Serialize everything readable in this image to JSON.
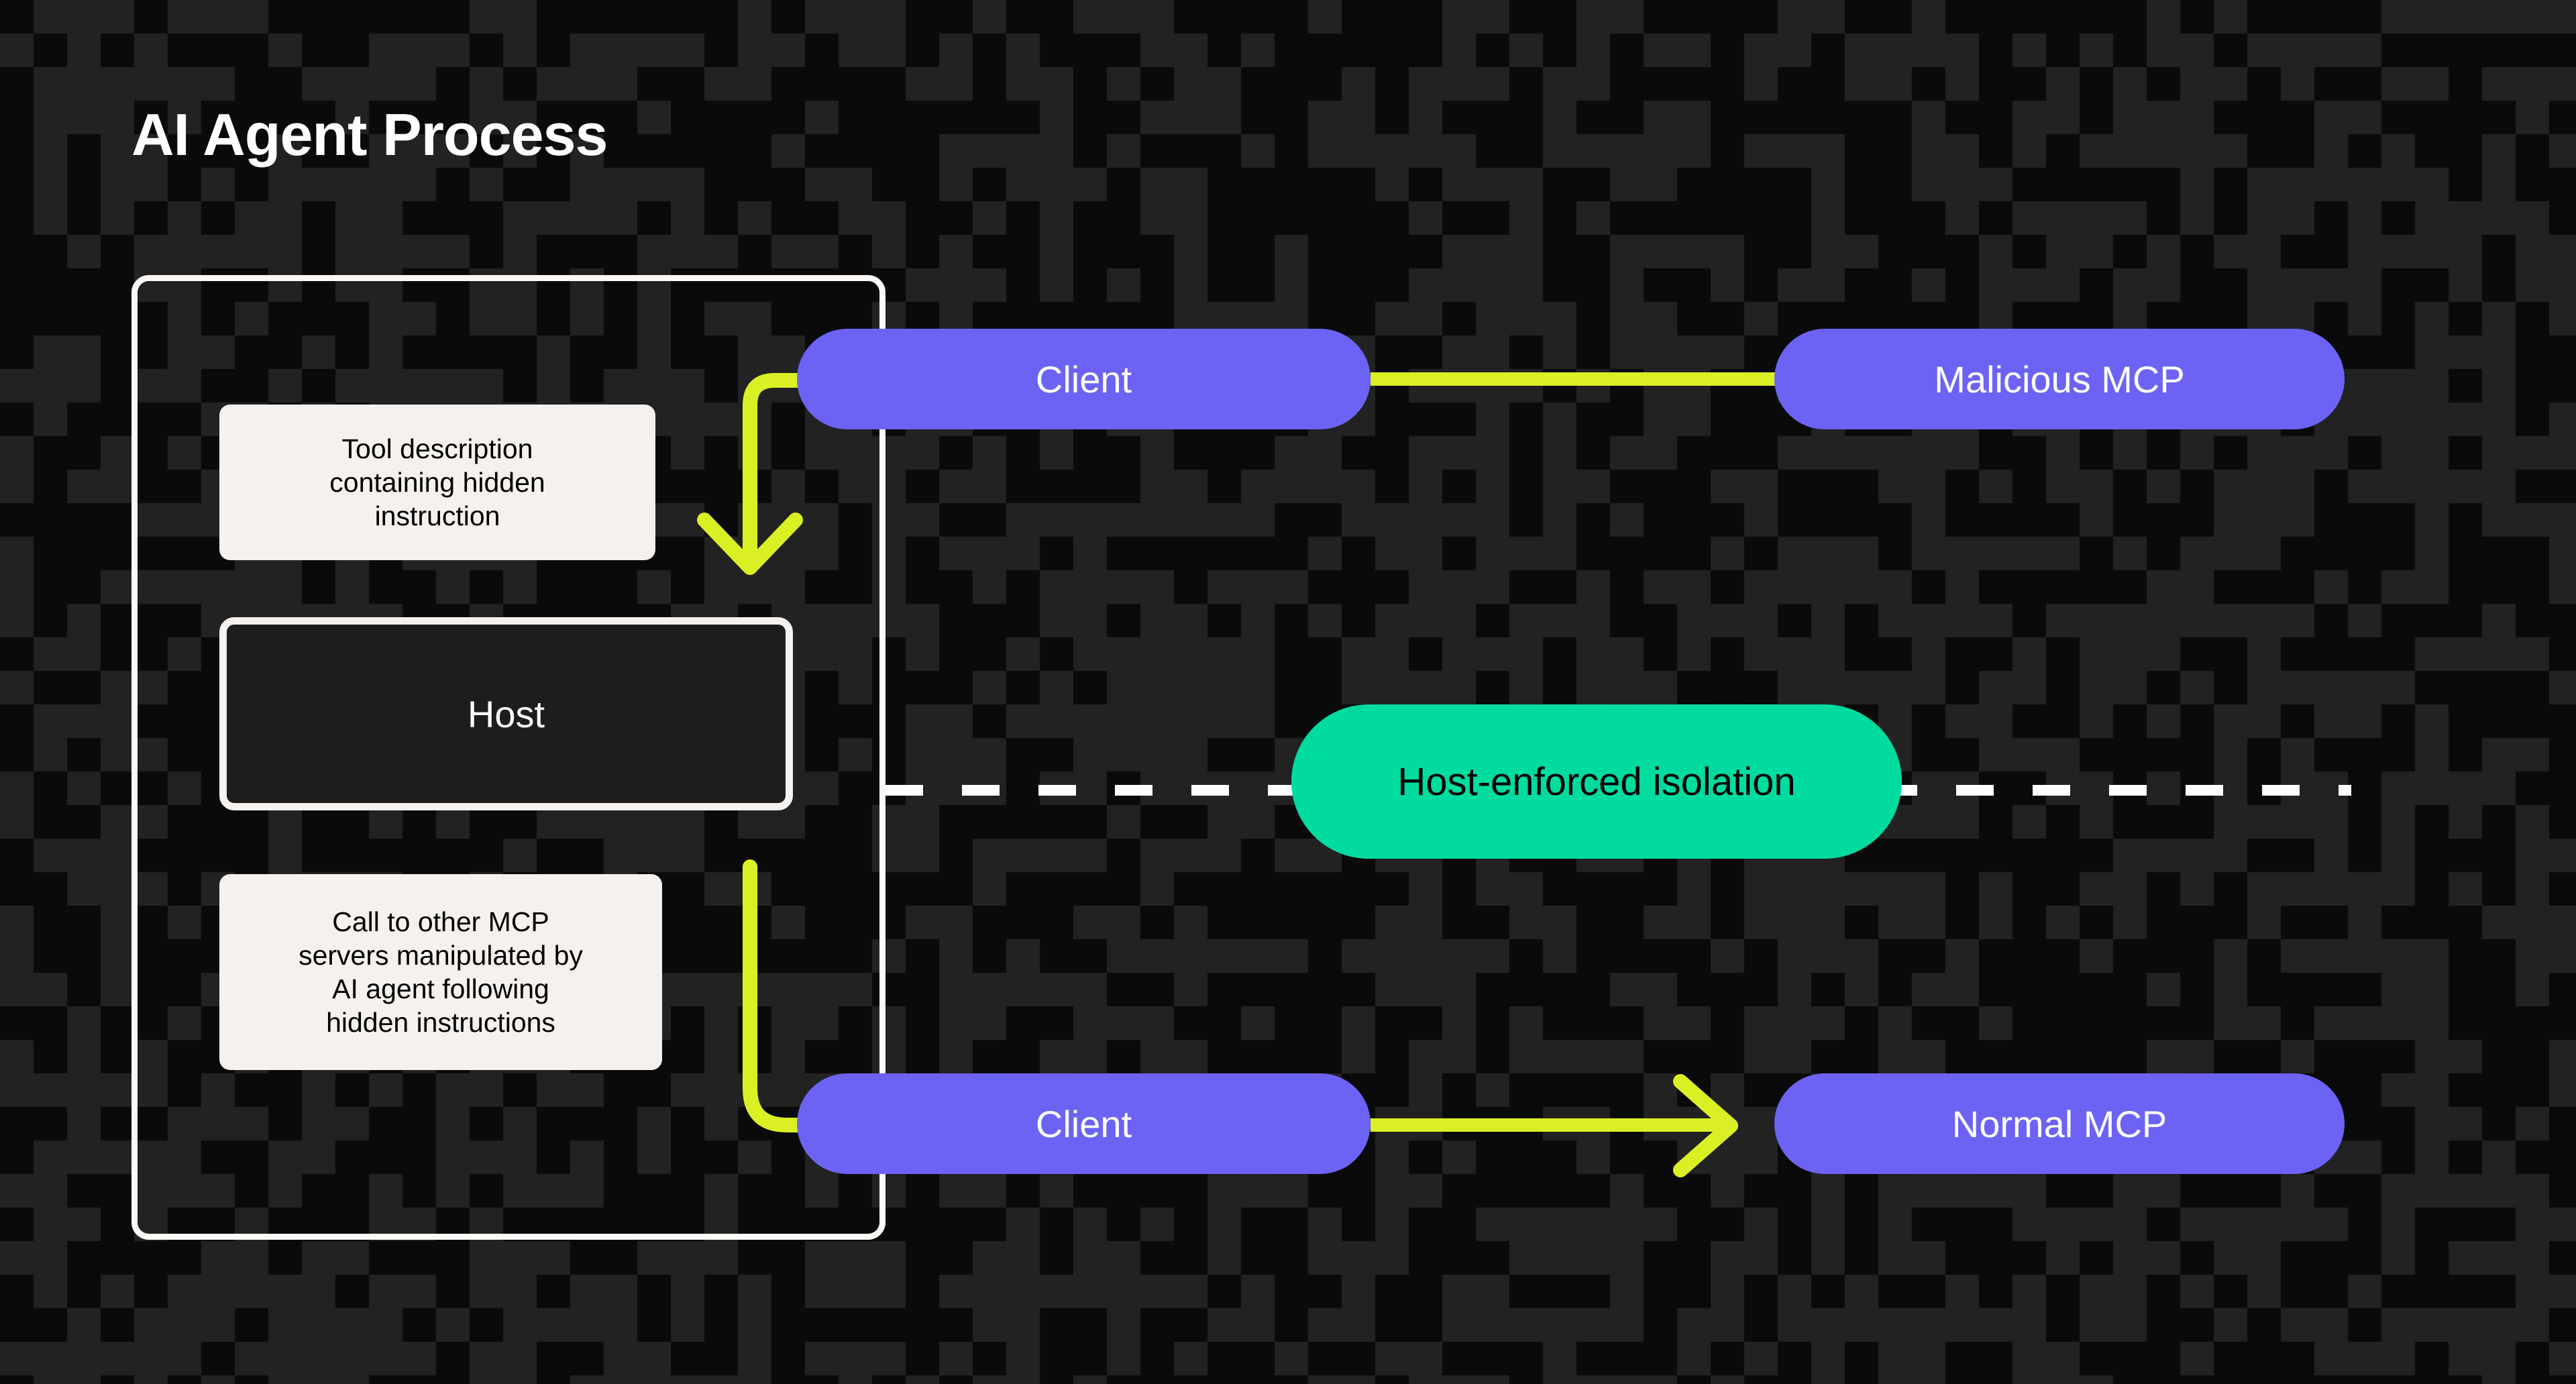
{
  "page": {
    "title": "AI Agent Process",
    "background_style": "pixel-noise-dark"
  },
  "colors": {
    "background_dark": "#0a0a0a",
    "background_light": "#222222",
    "accent_purple": "#6c63f5",
    "accent_yellow": "#dbf024",
    "accent_teal": "#00dba0",
    "note_background": "#f4f1ee",
    "border_white": "#fbf8f5",
    "host_fill": "#1d1d1d",
    "text_white": "#ffffff",
    "text_black": "#000000"
  },
  "host_container": {
    "name": "AI Agent Process boundary"
  },
  "notes": [
    {
      "id": "tool-description-note",
      "lines": [
        "Tool description",
        "containing hidden",
        "instruction"
      ]
    },
    {
      "id": "manipulated-call-note",
      "lines": [
        "Call to other MCP",
        "servers manipulated by",
        "AI agent following",
        "hidden instructions"
      ]
    }
  ],
  "nodes": {
    "host": {
      "label": "Host"
    },
    "client_top": {
      "label": "Client"
    },
    "client_bottom": {
      "label": "Client"
    },
    "mcp_malicious": {
      "label": "Malicious MCP"
    },
    "mcp_normal": {
      "label": "Normal MCP"
    },
    "isolation": {
      "label": "Host-enforced isolation"
    }
  },
  "connections": [
    {
      "id": "client-to-malicious-mcp",
      "from": "client_top",
      "to": "mcp_malicious",
      "style": "solid",
      "color": "#dbf024",
      "arrow": false
    },
    {
      "id": "client-to-host-inbound",
      "from": "client_top",
      "to": "host",
      "style": "elbow",
      "color": "#dbf024",
      "arrow": true
    },
    {
      "id": "host-to-client-outbound",
      "from": "host",
      "to": "client_bottom",
      "style": "elbow",
      "color": "#dbf024",
      "arrow": false
    },
    {
      "id": "client-to-normal-mcp",
      "from": "client_bottom",
      "to": "mcp_normal",
      "style": "solid",
      "color": "#dbf024",
      "arrow": true
    },
    {
      "id": "isolation-boundary",
      "style": "dashed",
      "color": "#ffffff",
      "arrow": false
    }
  ]
}
